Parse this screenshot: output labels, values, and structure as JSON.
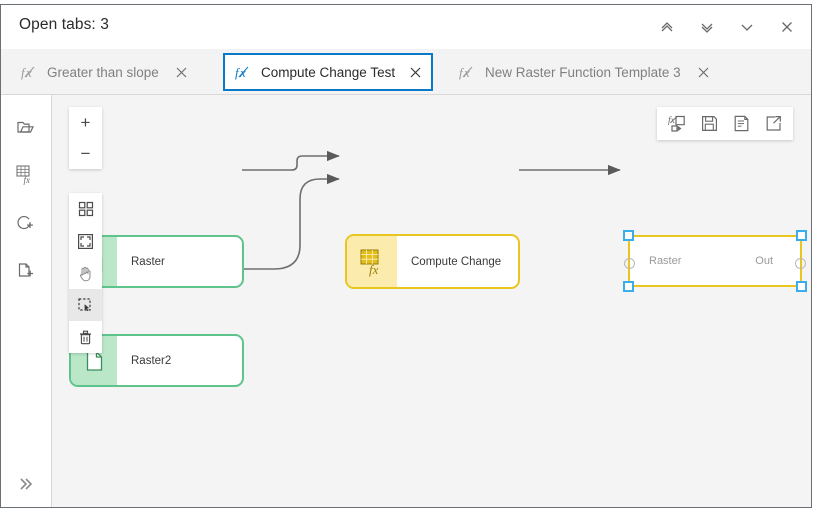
{
  "window": {
    "header_title": "Open tabs: 3",
    "header_buttons": [
      {
        "name": "collapse-all-icon",
        "label": "Collapse all"
      },
      {
        "name": "expand-all-icon",
        "label": "Expand all"
      },
      {
        "name": "chevron-down-icon",
        "label": "More"
      },
      {
        "name": "close-icon",
        "label": "Close"
      }
    ]
  },
  "tabs": [
    {
      "label": "Greater than slope",
      "active": false,
      "icon": "fx-icon",
      "close": "×"
    },
    {
      "label": "Compute Change Test",
      "active": true,
      "icon": "fx-icon",
      "close": "×"
    },
    {
      "label": "New Raster Function Template 3",
      "active": false,
      "icon": "fx-icon",
      "close": "×"
    }
  ],
  "left_rail": {
    "items": [
      {
        "name": "open-folder-icon",
        "label": "Open"
      },
      {
        "name": "raster-function-icon",
        "label": "Raster Functions"
      },
      {
        "name": "add-function-icon",
        "label": "Add Function"
      },
      {
        "name": "new-template-icon",
        "label": "New Template"
      }
    ],
    "expand": {
      "name": "expand-panel-icon",
      "label": "»"
    }
  },
  "canvas": {
    "zoom_controls": [
      {
        "name": "zoom-in-button",
        "label": "+"
      },
      {
        "name": "zoom-out-button",
        "label": "−"
      }
    ],
    "tools": [
      {
        "name": "layout-grid-tool",
        "label": "Auto Layout",
        "selected": false
      },
      {
        "name": "fit-to-screen-tool",
        "label": "Fit To Screen",
        "selected": false
      },
      {
        "name": "pan-tool",
        "label": "Pan",
        "selected": false
      },
      {
        "name": "marquee-select-tool",
        "label": "Select",
        "selected": true
      },
      {
        "name": "delete-tool",
        "label": "Delete",
        "selected": false
      }
    ],
    "toolbar": [
      {
        "name": "run-function-icon",
        "label": "Run"
      },
      {
        "name": "save-icon",
        "label": "Save"
      },
      {
        "name": "properties-icon",
        "label": "Properties"
      },
      {
        "name": "export-icon",
        "label": "Export"
      }
    ],
    "nodes": [
      {
        "id": "raster1",
        "label": "Raster",
        "type": "source",
        "icon": "raster-document-icon"
      },
      {
        "id": "raster2",
        "label": "Raster2",
        "type": "source",
        "icon": "raster-document-icon"
      },
      {
        "id": "compute",
        "label": "Compute Change",
        "type": "function",
        "icon": "raster-function-icon"
      }
    ],
    "output_node": {
      "input_label": "Raster",
      "output_label": "Out",
      "selected": true
    },
    "colors": {
      "accent_blue": "#0b79c7",
      "handle_blue": "#3aaded",
      "source_green": "#5fc48b",
      "source_green_fill": "#b9e7c8",
      "function_yellow": "#e8c51f",
      "function_yellow_fill": "#fbecae",
      "wire_gray": "#6e6e6e",
      "canvas_bg": "#f4f4f4"
    }
  }
}
